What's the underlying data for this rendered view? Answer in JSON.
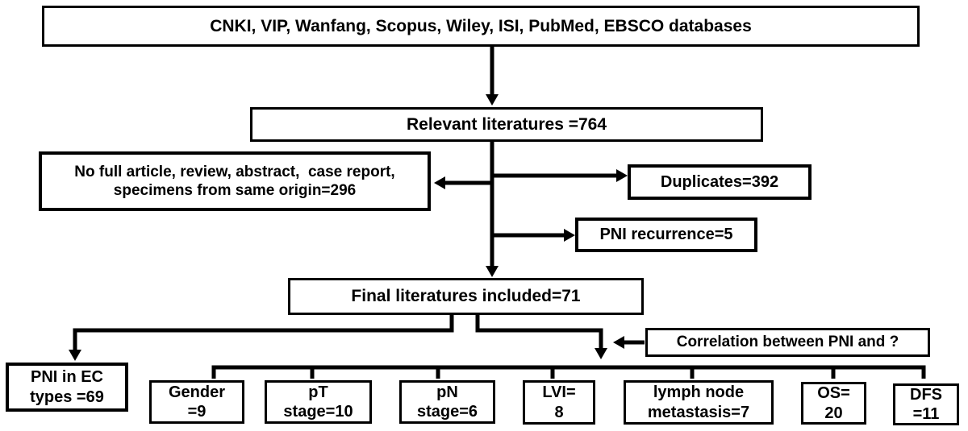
{
  "flowchart": {
    "databases_box": {
      "label": "CNKI, VIP, Wanfang, Scopus, Wiley, ISI, PubMed, EBSCO databases"
    },
    "relevant_box": {
      "label": "Relevant literatures =764"
    },
    "excluded_box": {
      "line1": "No full article, review, abstract,  case report,",
      "line2": "specimens from same origin=296"
    },
    "duplicates_box": {
      "label": "Duplicates=392"
    },
    "pni_recurrence_box": {
      "label": "PNI recurrence=5"
    },
    "final_box": {
      "label": "Final literatures included=71"
    },
    "pni_ec_box": {
      "line1": "PNI in EC",
      "line2": "types =69"
    },
    "correlation_box": {
      "label": "Correlation between PNI and ?"
    },
    "outcome_boxes": [
      {
        "line1": "Gender",
        "line2": "=9"
      },
      {
        "line1": "pT",
        "line2": "stage=10"
      },
      {
        "line1": "pN",
        "line2": "stage=6"
      },
      {
        "line1": "LVI=",
        "line2": "8"
      },
      {
        "line1": "lymph node",
        "line2": "metastasis=7"
      },
      {
        "line1": "OS=",
        "line2": "20"
      },
      {
        "line1": "DFS",
        "line2": "=11"
      }
    ]
  },
  "colors": {
    "line": "#000000",
    "box_border": "#000000",
    "background": "#ffffff",
    "text": "#000000"
  }
}
